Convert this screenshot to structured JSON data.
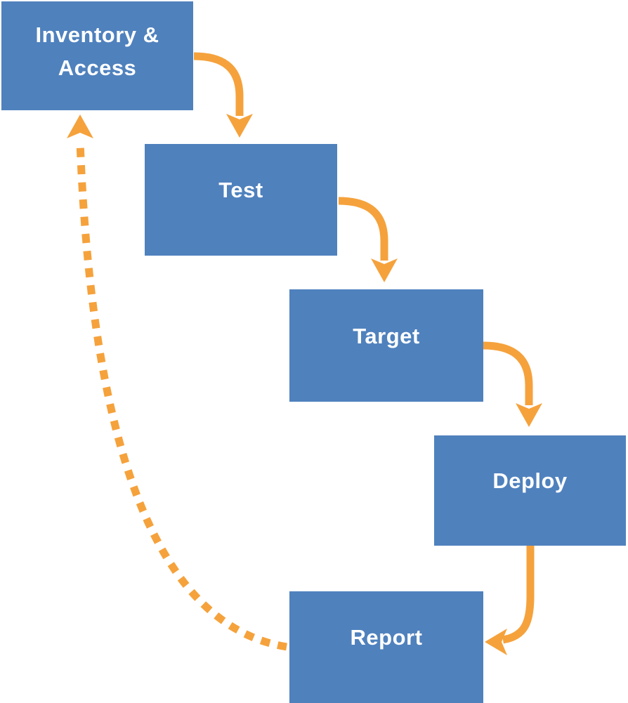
{
  "diagram": {
    "type": "process-flow",
    "background": "#FFFFFF",
    "colors": {
      "node_fill": "#4F81BD",
      "node_text": "#FFFFFF",
      "arrow": "#F5A23C"
    },
    "nodes": [
      {
        "id": "inventory-access",
        "label": "Inventory & Access"
      },
      {
        "id": "test",
        "label": "Test"
      },
      {
        "id": "target",
        "label": "Target"
      },
      {
        "id": "deploy",
        "label": "Deploy"
      },
      {
        "id": "report",
        "label": "Report"
      }
    ],
    "edges": [
      {
        "from": "inventory-access",
        "to": "test",
        "style": "solid"
      },
      {
        "from": "test",
        "to": "target",
        "style": "solid"
      },
      {
        "from": "target",
        "to": "deploy",
        "style": "solid"
      },
      {
        "from": "deploy",
        "to": "report",
        "style": "solid"
      },
      {
        "from": "report",
        "to": "inventory-access",
        "style": "dashed"
      }
    ]
  }
}
